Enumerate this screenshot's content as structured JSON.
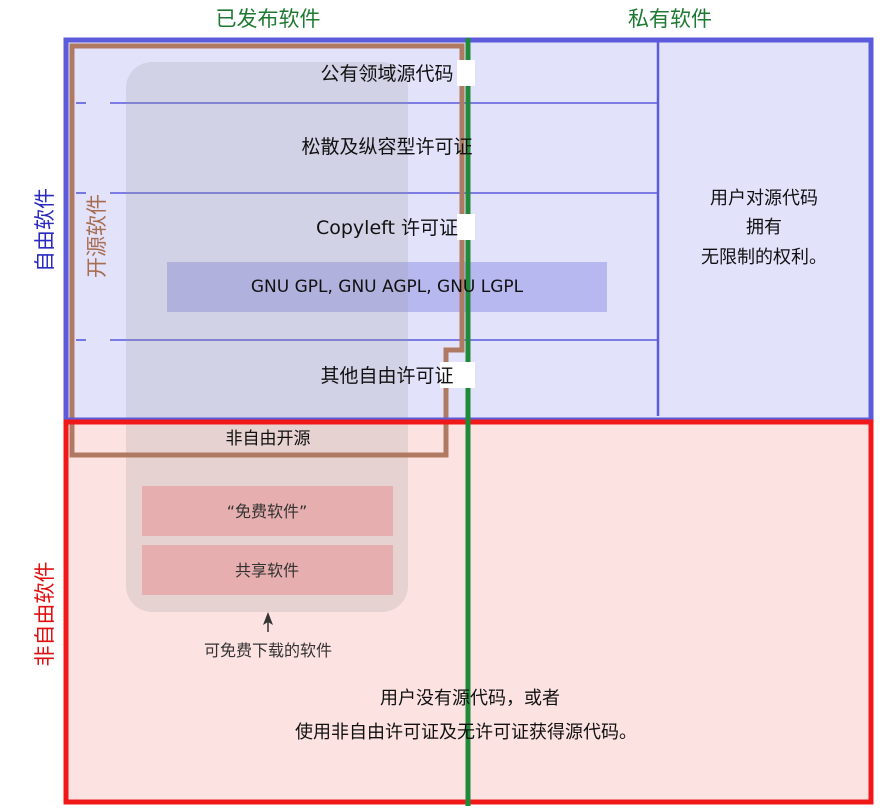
{
  "headers": {
    "published": "已发布软件",
    "private": "私有软件"
  },
  "side_labels": {
    "free_software": "自由软件",
    "nonfree_software": "非自由软件",
    "open_source": "开源软件"
  },
  "free_categories": {
    "public_domain": "公有领域源代码",
    "permissive": "松散及纵容型许可证",
    "copyleft": "Copyleft 许可证",
    "gnu_licenses": "GNU GPL, GNU AGPL, GNU LGPL",
    "other_free": "其他自由许可证"
  },
  "private_free_note": {
    "line1": "用户对源代码",
    "line2": "拥有",
    "line3": "无限制的权利。"
  },
  "nonfree_open_source": "非自由开源",
  "gratis": {
    "freeware": "“免费软件”",
    "shareware": "共享软件",
    "caption": "可免费下载的软件"
  },
  "nonfree_note": {
    "line1": "用户没有源代码，或者",
    "line2": "使用非自由许可证及无许可证获得源代码。"
  },
  "colors": {
    "free_border": "#5b5bdc",
    "free_fill": "#e2e2fb",
    "nonfree_border": "#f01818",
    "nonfree_fill": "#fde2e2",
    "open_source_border": "#b07a62",
    "published_divider": "#1e8a3a",
    "gnu_box": "#aaaaee",
    "gratis_box": "#e5aaaa",
    "gratis_region": "#999999",
    "header_text": "#1e7a32",
    "free_text": "#2a2ac0",
    "nonfree_text": "#e01010",
    "open_source_text": "#a86d50"
  }
}
